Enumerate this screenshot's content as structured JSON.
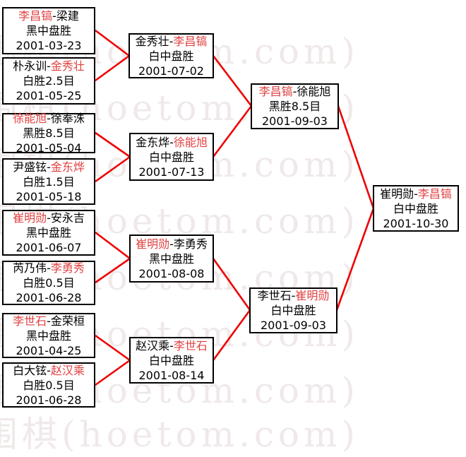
{
  "ui": {
    "separator": "-"
  },
  "watermark": {
    "text": "围棋(hoetom.com)"
  },
  "colors": {
    "winner": "#e04040",
    "line": "#ee0000",
    "border": "#000000",
    "watermark": "#f0e9e9"
  },
  "matches": [
    {
      "round": 1,
      "player1": "李昌镐",
      "player2": "梁建",
      "winner": "player1",
      "result": "黑中盘胜",
      "date": "2001-03-23"
    },
    {
      "round": 1,
      "player1": "朴永训",
      "player2": "金秀壮",
      "winner": "player2",
      "result": "白胜2.5目",
      "date": "2001-05-25"
    },
    {
      "round": 1,
      "player1": "徐能旭",
      "player2": "徐奉洙",
      "winner": "player1",
      "result": "黑胜8.5目",
      "date": "2001-05-04"
    },
    {
      "round": 1,
      "player1": "尹盛铉",
      "player2": "金东烨",
      "winner": "player2",
      "result": "白胜1.5目",
      "date": "2001-05-18"
    },
    {
      "round": 1,
      "player1": "崔明勋",
      "player2": "安永吉",
      "winner": "player1",
      "result": "黑中盘胜",
      "date": "2001-06-07"
    },
    {
      "round": 1,
      "player1": "芮乃伟",
      "player2": "李勇秀",
      "winner": "player2",
      "result": "白胜0.5目",
      "date": "2001-06-28"
    },
    {
      "round": 1,
      "player1": "李世石",
      "player2": "金荣桓",
      "winner": "player1",
      "result": "黑中盘胜",
      "date": "2001-04-25"
    },
    {
      "round": 1,
      "player1": "白大铉",
      "player2": "赵汉乘",
      "winner": "player2",
      "result": "白胜0.5目",
      "date": "2001-06-28"
    },
    {
      "round": 2,
      "player1": "金秀壮",
      "player2": "李昌镐",
      "winner": "player2",
      "result": "白中盘胜",
      "date": "2001-07-02"
    },
    {
      "round": 2,
      "player1": "金东烨",
      "player2": "徐能旭",
      "winner": "player2",
      "result": "白中盘胜",
      "date": "2001-07-13"
    },
    {
      "round": 2,
      "player1": "崔明勋",
      "player2": "李勇秀",
      "winner": "player1",
      "result": "黑中盘胜",
      "date": "2001-08-08"
    },
    {
      "round": 2,
      "player1": "赵汉乘",
      "player2": "李世石",
      "winner": "player2",
      "result": "白中盘胜",
      "date": "2001-08-14"
    },
    {
      "round": 3,
      "player1": "李昌镐",
      "player2": "徐能旭",
      "winner": "player1",
      "result": "黑胜8.5目",
      "date": "2001-09-03"
    },
    {
      "round": 3,
      "player1": "李世石",
      "player2": "崔明勋",
      "winner": "player2",
      "result": "白中盘胜",
      "date": "2001-09-03"
    },
    {
      "round": 4,
      "player1": "崔明勋",
      "player2": "李昌镐",
      "winner": "player2",
      "result": "白中盘胜",
      "date": "2001-10-30"
    }
  ]
}
